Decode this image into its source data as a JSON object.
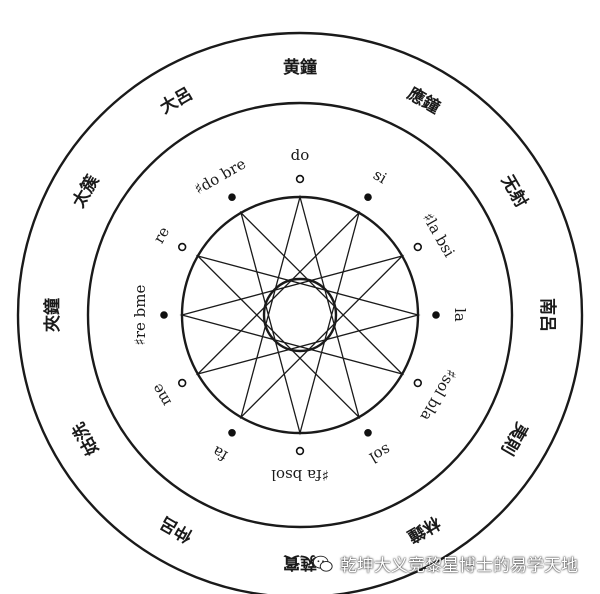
{
  "diagram": {
    "outer_ring_labels": [
      {
        "text": "黄鐘",
        "angle": 0
      },
      {
        "text": "應鐘",
        "angle": 30
      },
      {
        "text": "无射",
        "angle": 60
      },
      {
        "text": "南呂",
        "angle": 90
      },
      {
        "text": "夷則",
        "angle": 120
      },
      {
        "text": "林鐘",
        "angle": 150
      },
      {
        "text": "蕤賓",
        "angle": 180
      },
      {
        "text": "仲呂",
        "angle": 210
      },
      {
        "text": "姑洗",
        "angle": 240
      },
      {
        "text": "夾鐘",
        "angle": 270
      },
      {
        "text": "太簇",
        "angle": 300
      },
      {
        "text": "大呂",
        "angle": 330
      }
    ],
    "solfege_labels": [
      {
        "text": "do",
        "angle": 0,
        "marker": "open"
      },
      {
        "text": "si",
        "angle": 30,
        "marker": "filled"
      },
      {
        "text": "♯la bsi",
        "angle": 60,
        "marker": "open"
      },
      {
        "text": "la",
        "angle": 90,
        "marker": "filled"
      },
      {
        "text": "♯sol bla",
        "angle": 120,
        "marker": "open"
      },
      {
        "text": "sol",
        "angle": 150,
        "marker": "filled"
      },
      {
        "text": "♯fa bsol",
        "angle": 180,
        "marker": "open"
      },
      {
        "text": "fa",
        "angle": 210,
        "marker": "filled"
      },
      {
        "text": "me",
        "angle": 240,
        "marker": "open"
      },
      {
        "text": "♯re bme",
        "angle": 270,
        "marker": "filled"
      },
      {
        "text": "re",
        "angle": 300,
        "marker": "open"
      },
      {
        "text": "♯do bre",
        "angle": 330,
        "marker": "filled"
      }
    ],
    "star_step": 5
  },
  "watermark": {
    "text": "乾坤大义竞黎星博士的易学天地",
    "icon": "wechat-icon"
  }
}
